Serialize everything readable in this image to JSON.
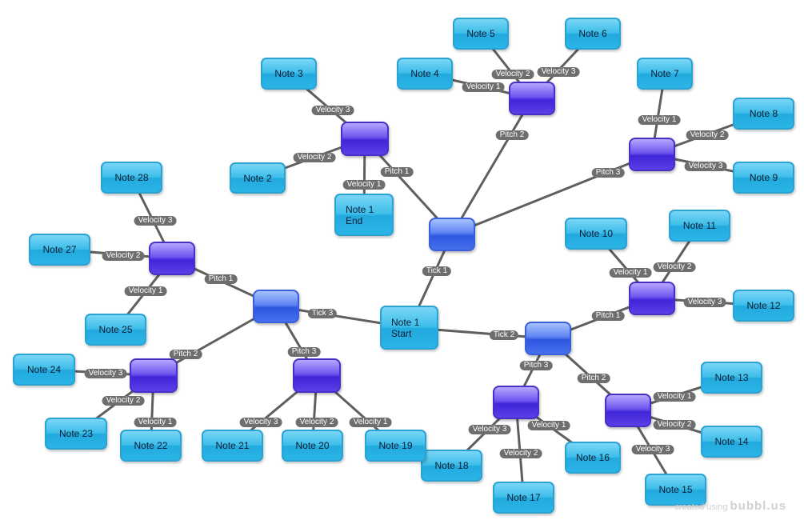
{
  "notes": [
    {
      "id": "start",
      "text": "Note 1\nStart"
    },
    {
      "id": "end",
      "text": "Note 1\nEnd"
    },
    {
      "id": "n2",
      "text": "Note 2"
    },
    {
      "id": "n3",
      "text": "Note 3"
    },
    {
      "id": "n4",
      "text": "Note 4"
    },
    {
      "id": "n5",
      "text": "Note 5"
    },
    {
      "id": "n6",
      "text": "Note 6"
    },
    {
      "id": "n7",
      "text": "Note 7"
    },
    {
      "id": "n8",
      "text": "Note 8"
    },
    {
      "id": "n9",
      "text": "Note 9"
    },
    {
      "id": "n10",
      "text": "Note 10"
    },
    {
      "id": "n11",
      "text": "Note 11"
    },
    {
      "id": "n12",
      "text": "Note 12"
    },
    {
      "id": "n13",
      "text": "Note 13"
    },
    {
      "id": "n14",
      "text": "Note 14"
    },
    {
      "id": "n15",
      "text": "Note 15"
    },
    {
      "id": "n16",
      "text": "Note 16"
    },
    {
      "id": "n17",
      "text": "Note 17"
    },
    {
      "id": "n18",
      "text": "Note 18"
    },
    {
      "id": "n19",
      "text": "Note 19"
    },
    {
      "id": "n20",
      "text": "Note 20"
    },
    {
      "id": "n21",
      "text": "Note 21"
    },
    {
      "id": "n22",
      "text": "Note 22"
    },
    {
      "id": "n23",
      "text": "Note 23"
    },
    {
      "id": "n24",
      "text": "Note 24"
    },
    {
      "id": "n25",
      "text": "Note 25"
    },
    {
      "id": "n27",
      "text": "Note 27"
    },
    {
      "id": "n28",
      "text": "Note 28"
    }
  ],
  "hubs": [
    {
      "id": "t1",
      "kind": "tick"
    },
    {
      "id": "t2",
      "kind": "tick"
    },
    {
      "id": "t3",
      "kind": "tick"
    },
    {
      "id": "pA",
      "kind": "pitch"
    },
    {
      "id": "pB",
      "kind": "pitch"
    },
    {
      "id": "pC",
      "kind": "pitch"
    },
    {
      "id": "pD",
      "kind": "pitch"
    },
    {
      "id": "pE",
      "kind": "pitch"
    },
    {
      "id": "pF",
      "kind": "pitch"
    },
    {
      "id": "pG",
      "kind": "pitch"
    },
    {
      "id": "pH",
      "kind": "pitch"
    },
    {
      "id": "pI",
      "kind": "pitch"
    }
  ],
  "edges": [
    {
      "from": "start",
      "to": "t1",
      "label": "Tick 1"
    },
    {
      "from": "start",
      "to": "t2",
      "label": "Tick 2"
    },
    {
      "from": "start",
      "to": "t3",
      "label": "Tick 3"
    },
    {
      "from": "t1",
      "to": "pA",
      "label": "Pitch 1"
    },
    {
      "from": "t1",
      "to": "pB",
      "label": "Pitch 2"
    },
    {
      "from": "t1",
      "to": "pC",
      "label": "Pitch 3"
    },
    {
      "from": "pA",
      "to": "end",
      "label": "Velocity 1"
    },
    {
      "from": "pA",
      "to": "n2",
      "label": "Velocity 2"
    },
    {
      "from": "pA",
      "to": "n3",
      "label": "Velocity 3"
    },
    {
      "from": "pB",
      "to": "n4",
      "label": "Velocity 1"
    },
    {
      "from": "pB",
      "to": "n5",
      "label": "Velocity 2"
    },
    {
      "from": "pB",
      "to": "n6",
      "label": "Velocity 3"
    },
    {
      "from": "pC",
      "to": "n7",
      "label": "Velocity 1"
    },
    {
      "from": "pC",
      "to": "n8",
      "label": "Velocity 2"
    },
    {
      "from": "pC",
      "to": "n9",
      "label": "Velocity 3"
    },
    {
      "from": "t2",
      "to": "pD",
      "label": "Pitch 1"
    },
    {
      "from": "t2",
      "to": "pE",
      "label": "Pitch 2"
    },
    {
      "from": "t2",
      "to": "pF",
      "label": "Pitch 3"
    },
    {
      "from": "pD",
      "to": "n10",
      "label": "Velocity 1"
    },
    {
      "from": "pD",
      "to": "n11",
      "label": "Velocity 2"
    },
    {
      "from": "pD",
      "to": "n12",
      "label": "Velocity 3"
    },
    {
      "from": "pE",
      "to": "n13",
      "label": "Velocity 1"
    },
    {
      "from": "pE",
      "to": "n14",
      "label": "Velocity 2"
    },
    {
      "from": "pE",
      "to": "n15",
      "label": "Velocity 3"
    },
    {
      "from": "pF",
      "to": "n16",
      "label": "Velocity 1"
    },
    {
      "from": "pF",
      "to": "n17",
      "label": "Velocity 2"
    },
    {
      "from": "pF",
      "to": "n18",
      "label": "Velocity 3"
    },
    {
      "from": "t3",
      "to": "pG",
      "label": "Pitch 1"
    },
    {
      "from": "t3",
      "to": "pH",
      "label": "Pitch 2"
    },
    {
      "from": "t3",
      "to": "pI",
      "label": "Pitch 3"
    },
    {
      "from": "pG",
      "to": "n25",
      "label": "Velocity 1"
    },
    {
      "from": "pG",
      "to": "n27",
      "label": "Velocity 2"
    },
    {
      "from": "pG",
      "to": "n28",
      "label": "Velocity 3"
    },
    {
      "from": "pH",
      "to": "n22",
      "label": "Velocity 1"
    },
    {
      "from": "pH",
      "to": "n23",
      "label": "Velocity 2"
    },
    {
      "from": "pH",
      "to": "n24",
      "label": "Velocity 3"
    },
    {
      "from": "pI",
      "to": "n19",
      "label": "Velocity 1"
    },
    {
      "from": "pI",
      "to": "n20",
      "label": "Velocity 2"
    },
    {
      "from": "pI",
      "to": "n21",
      "label": "Velocity 3"
    }
  ],
  "watermark": {
    "prefix": "created using",
    "brand": "bubbl.us"
  }
}
